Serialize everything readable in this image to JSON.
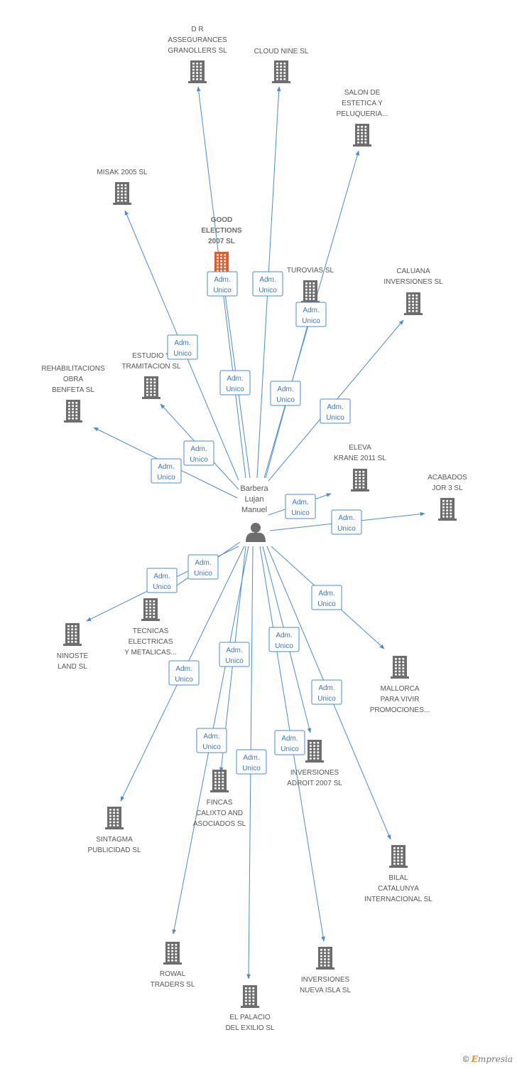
{
  "center": {
    "name_lines": [
      "Barbera",
      "Lujan",
      "Manuel"
    ],
    "icon": "person-icon"
  },
  "role_label_lines": [
    "Adm.",
    "Unico"
  ],
  "companies": [
    {
      "id": "dr-assegurances",
      "lines": [
        "D R",
        "ASSEGURANCES",
        "GRANOLLERS SL"
      ],
      "icon": "building-icon"
    },
    {
      "id": "cloud-nine",
      "lines": [
        "CLOUD NINE SL"
      ],
      "icon": "building-icon"
    },
    {
      "id": "salon-estetica",
      "lines": [
        "SALON DE",
        "ESTETICA Y",
        "PELUQUERIA..."
      ],
      "icon": "building-icon"
    },
    {
      "id": "misak-2005",
      "lines": [
        "MISAK 2005 SL"
      ],
      "icon": "building-icon"
    },
    {
      "id": "good-elections",
      "lines": [
        "GOOD",
        "ELECTIONS",
        "2007 SL"
      ],
      "icon": "building-icon",
      "highlight": true
    },
    {
      "id": "turovias",
      "lines": [
        "TUROVIAS SL"
      ],
      "icon": "building-icon"
    },
    {
      "id": "caluana",
      "lines": [
        "CALUANA",
        "INVERSIONES SL"
      ],
      "icon": "building-icon"
    },
    {
      "id": "estudio-tramitacion",
      "lines": [
        "ESTUDIO Y",
        "TRAMITACION SL"
      ],
      "icon": "building-icon"
    },
    {
      "id": "rehabilitacions",
      "lines": [
        "REHABILITACIONS",
        "OBRA",
        "BENFETA SL"
      ],
      "icon": "building-icon"
    },
    {
      "id": "eleva-krane",
      "lines": [
        "ELEVA",
        "KRANE 2011 SL"
      ],
      "icon": "building-icon"
    },
    {
      "id": "acabados-jor",
      "lines": [
        "ACABADOS",
        "JOR 3 SL"
      ],
      "icon": "building-icon"
    },
    {
      "id": "tecnicas-electricas",
      "lines": [
        "TECNICAS",
        "ELECTRICAS",
        "Y METALICAS..."
      ],
      "icon": "building-icon"
    },
    {
      "id": "ninoste-land",
      "lines": [
        "NINOSTE",
        "LAND SL"
      ],
      "icon": "building-icon"
    },
    {
      "id": "mallorca-vivir",
      "lines": [
        "MALLORCA",
        "PARA VIVIR",
        "PROMOCIONES..."
      ],
      "icon": "building-icon"
    },
    {
      "id": "inversiones-adroit",
      "lines": [
        "INVERSIONES",
        "ADROIT 2007 SL"
      ],
      "icon": "building-icon"
    },
    {
      "id": "fincas-calixto",
      "lines": [
        "FINCAS",
        "CALIXTO AND",
        "ASOCIADOS SL"
      ],
      "icon": "building-icon"
    },
    {
      "id": "sintagma",
      "lines": [
        "SINTAGMA",
        "PUBLICIDAD SL"
      ],
      "icon": "building-icon"
    },
    {
      "id": "bilal-catalunya",
      "lines": [
        "BILAL",
        "CATALUNYA",
        "INTERNACIONAL SL"
      ],
      "icon": "building-icon"
    },
    {
      "id": "rowal-traders",
      "lines": [
        "ROWAL",
        "TRADERS SL"
      ],
      "icon": "building-icon"
    },
    {
      "id": "inversiones-nueva-isla",
      "lines": [
        "INVERSIONES",
        "NUEVA ISLA SL"
      ],
      "icon": "building-icon"
    },
    {
      "id": "palacio-exilio",
      "lines": [
        "EL PALACIO",
        "DEL EXILIO SL"
      ],
      "icon": "building-icon"
    }
  ],
  "colors": {
    "edge": "#4a8bd6",
    "building": "#6d6d6d",
    "highlight_building": "#e8572a",
    "person": "#6d6d6d",
    "label": "#555555"
  },
  "footer": {
    "copyright": "©",
    "brand_initial": "E",
    "brand_rest": "mpresia"
  }
}
